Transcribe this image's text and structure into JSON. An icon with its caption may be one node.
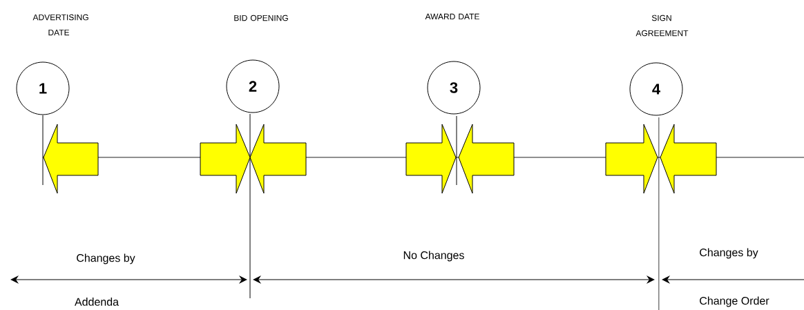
{
  "diagram": {
    "nodes": [
      {
        "text": [
          "1"
        ]
      },
      {
        "text": [
          "2"
        ]
      },
      {
        "text": [
          "3"
        ]
      },
      {
        "text": [
          "4"
        ]
      }
    ],
    "labels": [
      "ADVERTISING DATE",
      "BID OPENING",
      "AWARD DATE",
      "SIGN AGREEMENT",
      "Changes by",
      "Addenda",
      "No Changes",
      "Changes by",
      "Change Order"
    ]
  }
}
